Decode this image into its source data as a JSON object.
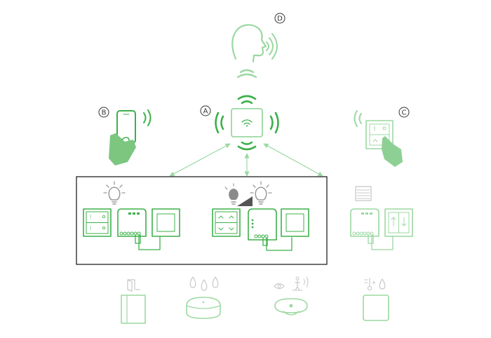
{
  "labels": {
    "a": "A",
    "b": "B",
    "c": "C",
    "d": "D"
  },
  "colors": {
    "green": "#3cb04a",
    "light_green": "#9bd8a1",
    "gray": "#9a9a9a",
    "light_gray": "#c8c8c8",
    "frame": "#222222"
  },
  "icons": [
    "voice-assistant-icon",
    "central-hub-icon",
    "smartphone-icon",
    "wall-remote-icon",
    "light-bulb-icon",
    "dimmable-light-icon",
    "shutter-icon",
    "switch-actuator-icon",
    "door-contact-icon",
    "water-leak-sensor-icon",
    "motion-sensor-icon",
    "temperature-sensor-icon"
  ]
}
